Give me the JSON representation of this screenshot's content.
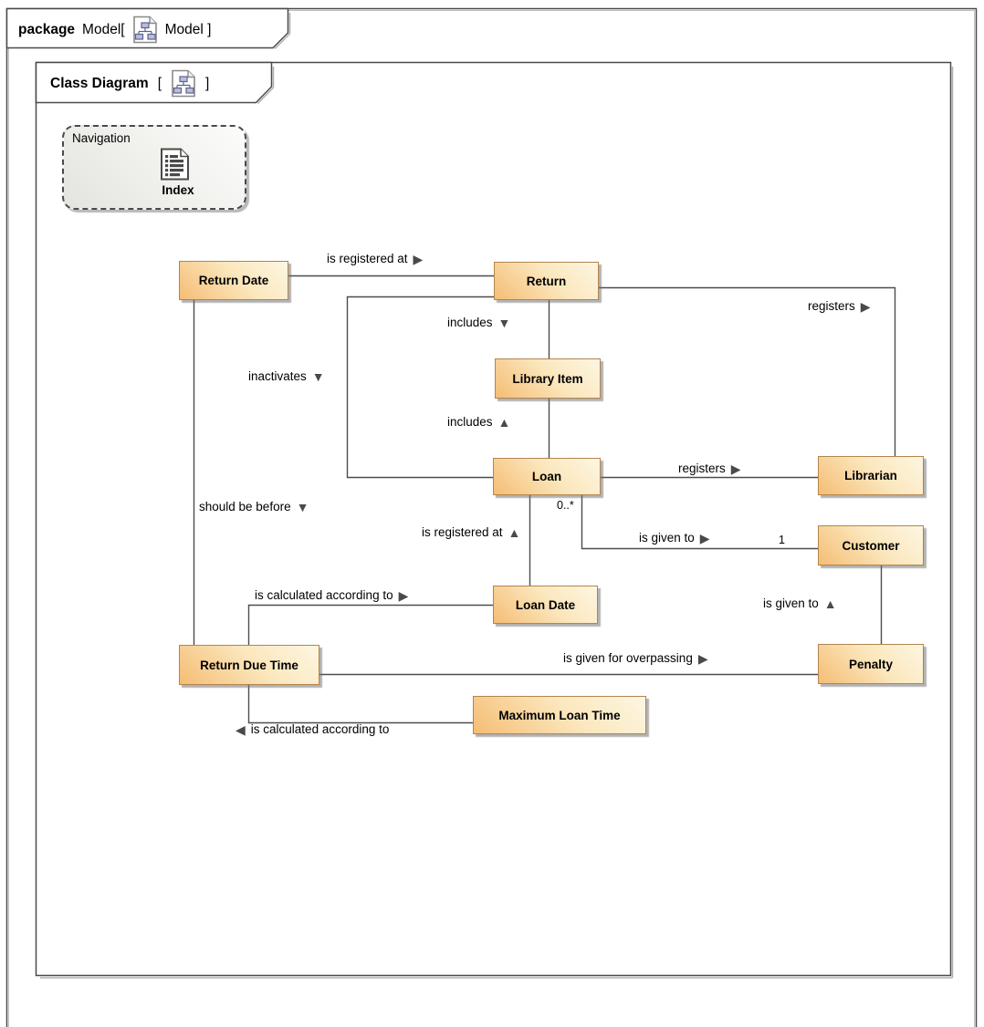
{
  "package_tab": {
    "keyword": "package",
    "name": "Model[",
    "closing": "Model ]"
  },
  "diagram_tab": {
    "title": "Class Diagram",
    "bracket_open": "[",
    "bracket_close": "]"
  },
  "navigation_box": {
    "title": "Navigation",
    "item_label": "Index"
  },
  "classes": {
    "return_date": "Return Date",
    "return": "Return",
    "library_item": "Library Item",
    "loan": "Loan",
    "librarian": "Librarian",
    "customer": "Customer",
    "loan_date": "Loan Date",
    "return_due_time": "Return Due Time",
    "penalty": "Penalty",
    "maximum_loan_time": "Maximum Loan Time"
  },
  "relations": {
    "registered_at_return": {
      "text": "is registered at",
      "arrow": "▶"
    },
    "includes_down": {
      "text": "includes",
      "arrow": "▼"
    },
    "inactivates": {
      "text": "inactivates",
      "arrow": "▼"
    },
    "registers_top": {
      "text": "registers",
      "arrow": "▶"
    },
    "includes_up": {
      "text": "includes",
      "arrow": "▲"
    },
    "registers_loan": {
      "text": "registers",
      "arrow": "▶"
    },
    "should_be_before": {
      "text": "should be before",
      "arrow": "▼"
    },
    "registered_at_loan_date": {
      "text": "is registered at",
      "arrow": "▲"
    },
    "given_to_customer": {
      "text": "is given to",
      "arrow": "▶"
    },
    "calculated_loan_date": {
      "text": "is calculated according to",
      "arrow": "▶"
    },
    "given_to_penalty": {
      "text": "is given to",
      "arrow": "▲"
    },
    "given_for_overpassing": {
      "text": "is given for overpassing",
      "arrow": "▶"
    },
    "calculated_max_loan": {
      "text": "is calculated according to",
      "arrow": "◀"
    }
  },
  "multiplicities": {
    "loan_side": "0..*",
    "customer_side": "1"
  },
  "colors": {
    "class_border": "#b2854e",
    "class_fill_light": "#fdf6e2",
    "class_fill_dark": "#f5bd75",
    "connector_line": "#4d4d4d",
    "frame_line": "#4a4a4a",
    "shadow": "#b0b0b0"
  }
}
